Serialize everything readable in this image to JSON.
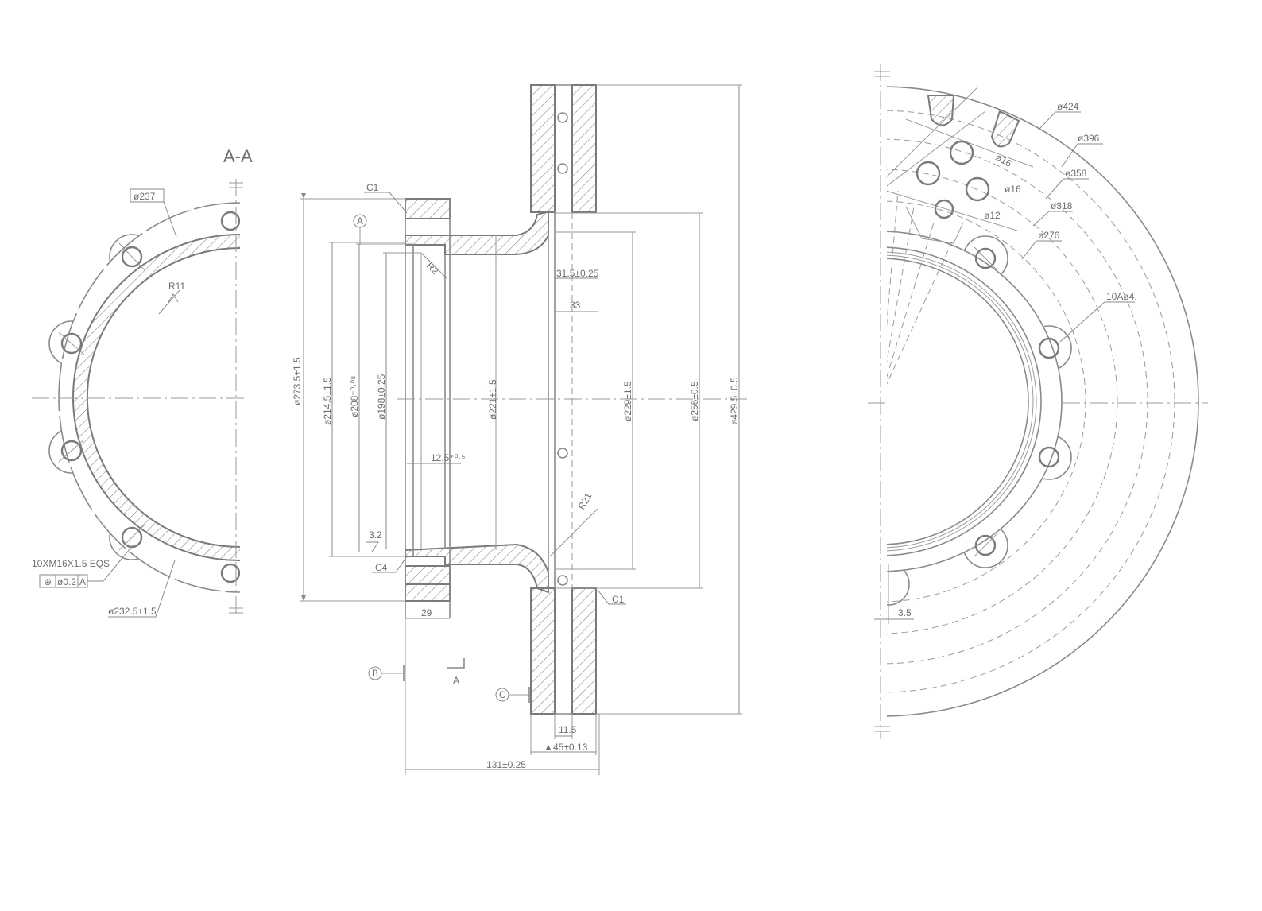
{
  "section_title": "A-A",
  "left_view": {
    "dia_pcd_top": "ø237",
    "radius": "R11",
    "thread_callout": "10XM16X1.5 EQS",
    "position_tol": "ø0.2",
    "position_datum": "A",
    "dia_pcd_bottom": "ø232.5±1.5"
  },
  "center_view": {
    "chamfer_top": "C1",
    "datum_a": "A",
    "radius_r2": "R2",
    "dia_273": "ø273.5±1.5",
    "dia_214": "ø214.5±1.5",
    "dia_208": "ø208⁺⁰·⁰⁸",
    "dia_198": "ø198±0.25",
    "dia_221": "ø221±1.5",
    "dia_229": "ø229±1.5",
    "dia_256": "ø256±0.5",
    "dia_429": "ø429.5±0.5",
    "dim_31": "31.5±0.25",
    "dim_33": "33",
    "dim_12": "12.5⁺⁰·⁵",
    "dim_3_2": "3.2",
    "radius_r21": "R21",
    "chamfer_c4": "C4",
    "chamfer_c1": "C1",
    "dim_29": "29",
    "datum_b": "B",
    "datum_c": "C",
    "view_arrow_a": "A",
    "dim_11_5": "11.5",
    "dim_45": "45±0.13",
    "dim_131": "131±0.25"
  },
  "right_view": {
    "dia_424": "ø424",
    "dia_396": "ø396",
    "dia_358": "ø358",
    "dia_318": "ø318",
    "dia_276": "ø276",
    "hole_16a": "ø16",
    "hole_16b": "ø16",
    "hole_12": "ø12",
    "holes_callout": "10Aø4.",
    "dim_3_5": "3.5"
  }
}
